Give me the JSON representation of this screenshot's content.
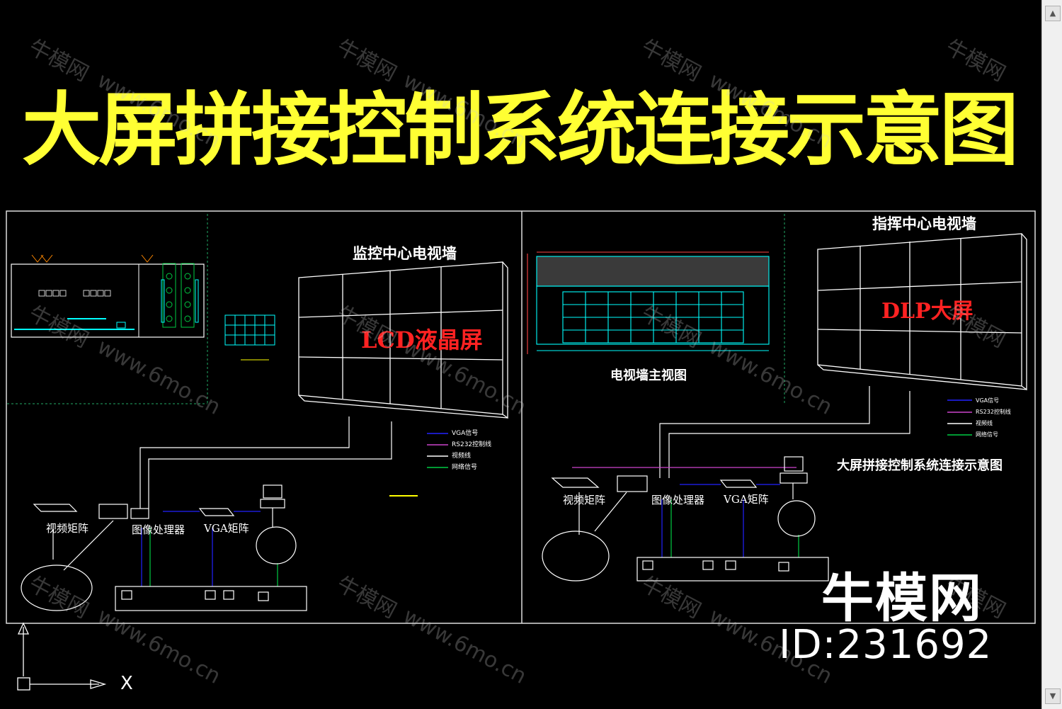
{
  "title": "大屏拼接控制系统连接示意图",
  "left_panel": {
    "wall_title": "监控中心电视墙",
    "screen_label": "LCD液晶屏",
    "devices": [
      "视频矩阵",
      "图像处理器",
      "VGA矩阵"
    ],
    "legend": [
      "VGA信号",
      "RS232控制线",
      "视频线",
      "网络信号"
    ]
  },
  "middle_panel": {
    "caption": "电视墙主视图"
  },
  "right_panel": {
    "wall_title": "指挥中心电视墙",
    "screen_label": "DLP大屏",
    "devices": [
      "视频矩阵",
      "图像处理器",
      "VGA矩阵"
    ],
    "legend": [
      "VGA信号",
      "RS232控制线",
      "视频线",
      "网络信号"
    ],
    "caption": "大屏拼接控制系统连接示意图"
  },
  "axis_label": "X",
  "brand": "牛模网",
  "brand_id": "ID:231692",
  "watermark_text": "牛模网",
  "watermark_url": "www.6mo.cn",
  "colors": {
    "title": "#ffff33",
    "line": "#ffffff",
    "cyan": "#00ffff",
    "green": "#00cc44",
    "blue": "#2222ff",
    "magenta": "#cc44cc",
    "red_text": "#ff2222"
  }
}
